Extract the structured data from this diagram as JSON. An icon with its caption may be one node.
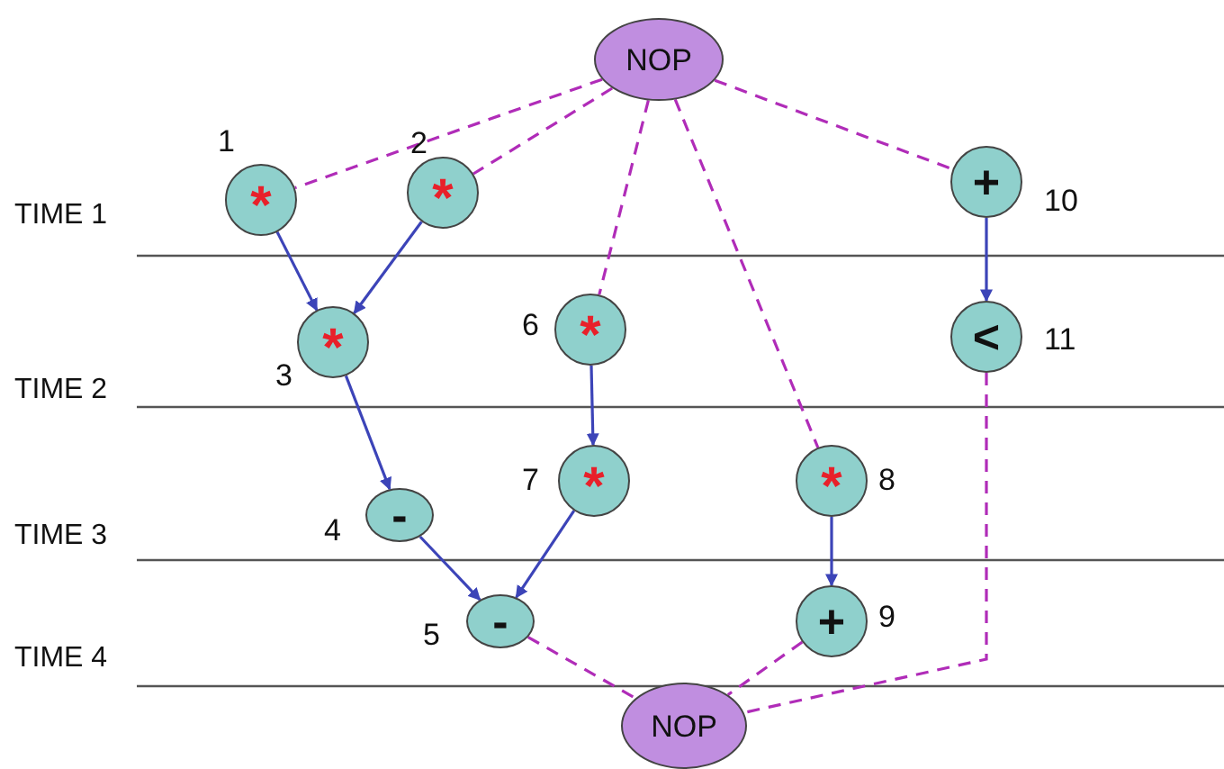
{
  "diagram": {
    "nodes": [
      {
        "text": [
          "NOP"
        ]
      },
      {
        "text": [
          "*"
        ],
        "beside": [
          "1"
        ]
      },
      {
        "text": [
          "*"
        ],
        "beside": [
          "2"
        ]
      },
      {
        "text": [
          "*"
        ],
        "beside": [
          "3"
        ]
      },
      {
        "text": [
          "-"
        ],
        "beside": [
          "4"
        ]
      },
      {
        "text": [
          "-"
        ],
        "beside": [
          "5"
        ]
      },
      {
        "text": [
          "*"
        ],
        "beside": [
          "6"
        ]
      },
      {
        "text": [
          "*"
        ],
        "beside": [
          "7"
        ]
      },
      {
        "text": [
          "*"
        ],
        "beside": [
          "8"
        ]
      },
      {
        "text": [
          "+"
        ],
        "beside": [
          "9"
        ]
      },
      {
        "text": [
          "+"
        ],
        "beside": [
          "10"
        ]
      },
      {
        "text": [
          "<"
        ],
        "beside": [
          "11"
        ]
      },
      {
        "text": [
          "NOP"
        ]
      }
    ],
    "edges": [
      {
        "from": 1,
        "to": 3,
        "arrow": "to"
      },
      {
        "from": 2,
        "to": 3,
        "arrow": "to"
      },
      {
        "from": 3,
        "to": 4,
        "arrow": "to"
      },
      {
        "from": 6,
        "to": 7,
        "arrow": "to"
      },
      {
        "from": 4,
        "to": 5,
        "arrow": "to"
      },
      {
        "from": 7,
        "to": 5,
        "arrow": "to"
      },
      {
        "from": 8,
        "to": 9,
        "arrow": "to"
      },
      {
        "from": 10,
        "to": 11,
        "arrow": "to"
      },
      {
        "from": 0,
        "to": 1,
        "arrow": "none",
        "style": "dashed",
        "color": "#b02cb8"
      },
      {
        "from": 0,
        "to": 2,
        "arrow": "none",
        "style": "dashed",
        "color": "#b02cb8"
      },
      {
        "from": 0,
        "to": 6,
        "arrow": "none",
        "style": "dashed",
        "color": "#b02cb8"
      },
      {
        "from": 0,
        "to": 8,
        "arrow": "none",
        "style": "dashed",
        "color": "#b02cb8"
      },
      {
        "from": 0,
        "to": 10,
        "arrow": "none",
        "style": "dashed",
        "color": "#b02cb8"
      },
      {
        "from": 5,
        "to": 12,
        "arrow": "none",
        "style": "dashed",
        "color": "#b02cb8"
      },
      {
        "from": 9,
        "to": 12,
        "arrow": "none",
        "style": "dashed",
        "color": "#b02cb8"
      },
      {
        "from": 11,
        "to": 12,
        "arrow": "none",
        "style": "dashed",
        "color": "#b02cb8"
      }
    ],
    "labels": [
      "TIME 1",
      "TIME 2",
      "TIME 3",
      "TIME 4"
    ]
  }
}
